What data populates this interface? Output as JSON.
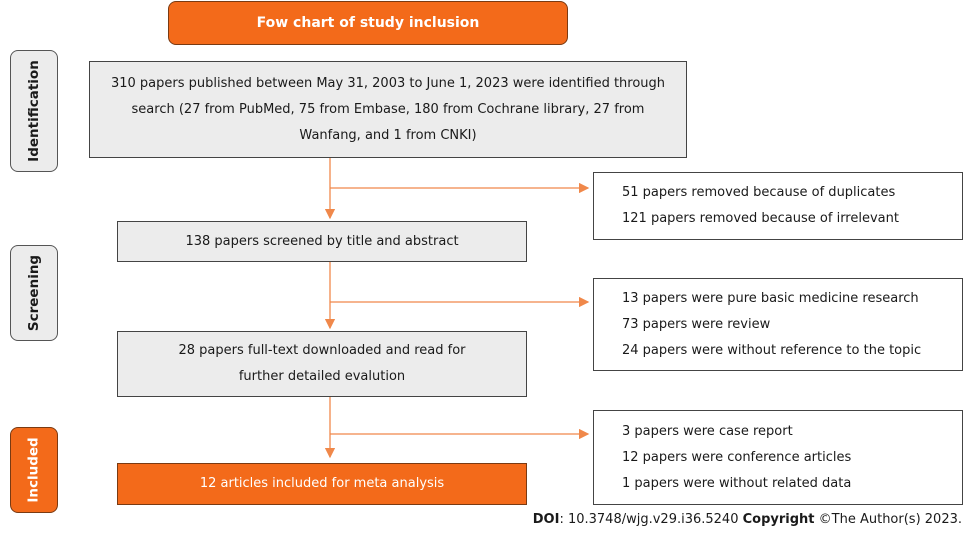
{
  "title": "Fow chart of study inclusion",
  "phases": {
    "identification": "Identification",
    "screening": "Screening",
    "included": "Included"
  },
  "steps": {
    "identified": "310 papers published between May 31, 2003 to June 1, 2023 were identified through search (27 from PubMed, 75 from Embase, 180 from Cochrane library, 27 from Wanfang, and 1 from CNKI)",
    "screened": "138 papers screened by title and abstract",
    "fulltext": "28 papers full-text downloaded and read for further detailed evalution",
    "included": "12 articles included for meta analysis"
  },
  "exclusions": {
    "first": [
      "51 papers removed because of duplicates",
      "121 papers removed because of irrelevant"
    ],
    "second": [
      "13 papers were pure basic medicine research",
      "73 papers were review",
      "24 papers were without reference to the topic"
    ],
    "third": [
      "3 papers were case report",
      "12 papers were conference articles",
      "1 papers were without related data"
    ]
  },
  "footer": {
    "doi_label": "DOI",
    "doi_value": ": 10.3748/wjg.v29.i36.5240 ",
    "copyright_label": "Copyright",
    "copyright_value": " ©The Author(s) 2023."
  },
  "colors": {
    "accent": "#f36a1a",
    "box_fill": "#ececec",
    "arrow": "#f0884a"
  }
}
